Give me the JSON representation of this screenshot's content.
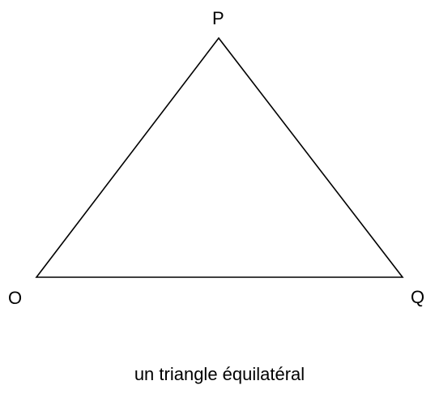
{
  "vertices": {
    "top": "P",
    "left": "O",
    "right": "Q"
  },
  "caption": "un triangle équilatéral",
  "colors": {
    "stroke": "#000000",
    "background": "#ffffff"
  }
}
